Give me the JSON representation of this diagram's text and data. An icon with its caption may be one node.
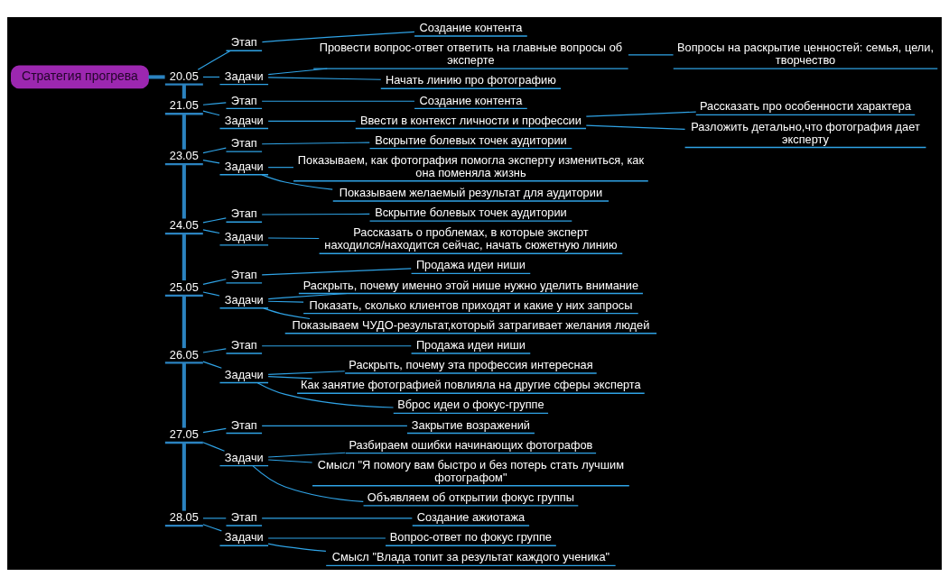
{
  "diagram": {
    "nodes": [
      {
        "text": [
          "Стратегия прогрева"
        ]
      },
      {
        "text": [
          "20.05"
        ]
      },
      {
        "text": [
          "Этап"
        ]
      },
      {
        "text": [
          "Создание контента"
        ]
      },
      {
        "text": [
          "Задачи"
        ]
      },
      {
        "text": [
          "Провести вопрос-ответ ответить на главные вопросы об эксперте"
        ]
      },
      {
        "text": [
          "Вопросы на раскрытие ценностей: семья, цели, творчество"
        ]
      },
      {
        "text": [
          "Начать линию про фотографию"
        ]
      },
      {
        "text": [
          "21.05"
        ]
      },
      {
        "text": [
          "Этап"
        ]
      },
      {
        "text": [
          "Создание контента"
        ]
      },
      {
        "text": [
          "Задачи"
        ]
      },
      {
        "text": [
          "Ввести в контекст личности и профессии"
        ]
      },
      {
        "text": [
          "Рассказать про особенности характера"
        ]
      },
      {
        "text": [
          "Разложить детально,что фотография дает эксперту"
        ]
      },
      {
        "text": [
          "23.05"
        ]
      },
      {
        "text": [
          "Этап"
        ]
      },
      {
        "text": [
          "Вскрытие болевых точек аудитории"
        ]
      },
      {
        "text": [
          "Задачи"
        ]
      },
      {
        "text": [
          "Показываем, как фотография помогла эксперту измениться, как она поменяла жизнь"
        ]
      },
      {
        "text": [
          "Показываем желаемый результат для аудитории"
        ]
      },
      {
        "text": [
          "24.05"
        ]
      },
      {
        "text": [
          "Этап"
        ]
      },
      {
        "text": [
          "Вскрытие болевых точек аудитории"
        ]
      },
      {
        "text": [
          "Задачи"
        ]
      },
      {
        "text": [
          "Рассказать о проблемах, в которые эксперт находился/находится сейчас, начать сюжетную линию"
        ]
      },
      {
        "text": [
          "25.05"
        ]
      },
      {
        "text": [
          "Этап"
        ]
      },
      {
        "text": [
          "Продажа идеи ниши"
        ]
      },
      {
        "text": [
          "Задачи"
        ]
      },
      {
        "text": [
          "Раскрыть, почему именно этой нише нужно уделить внимание"
        ]
      },
      {
        "text": [
          "Показать, сколько клиентов приходят и какие у них запросы"
        ]
      },
      {
        "text": [
          "Показываем ЧУДО-результат,который затрагивает желания людей"
        ]
      },
      {
        "text": [
          "26.05"
        ]
      },
      {
        "text": [
          "Этап"
        ]
      },
      {
        "text": [
          "Продажа идеи ниши"
        ]
      },
      {
        "text": [
          "Задачи"
        ]
      },
      {
        "text": [
          "Раскрыть, почему эта профессия интересная"
        ]
      },
      {
        "text": [
          "Как занятие фотографией повлияла на другие сферы эксперта"
        ]
      },
      {
        "text": [
          "Вброс идеи о фокус-группе"
        ]
      },
      {
        "text": [
          "27.05"
        ]
      },
      {
        "text": [
          "Этап"
        ]
      },
      {
        "text": [
          "Закрытие возражений"
        ]
      },
      {
        "text": [
          "Задачи"
        ]
      },
      {
        "text": [
          "Разбираем ошибки начинающих фотографов"
        ]
      },
      {
        "text": [
          "Смысл \"Я помогу вам быстро и без потерь стать лучшим фотографом\""
        ]
      },
      {
        "text": [
          "Объявляем об открытии фокус группы"
        ]
      },
      {
        "text": [
          "28.05"
        ]
      },
      {
        "text": [
          "Этап"
        ]
      },
      {
        "text": [
          "Создание ажиотажа"
        ]
      },
      {
        "text": [
          "Задачи"
        ]
      },
      {
        "text": [
          "Вопрос-ответ по фокус группе"
        ]
      },
      {
        "text": [
          "Смысл \"Влада топит за результат каждого ученика\""
        ]
      }
    ],
    "edges": [
      {
        "from": 0,
        "to": 1,
        "arrow": "none",
        "style": "thick"
      },
      {
        "from": 1,
        "to": 2,
        "arrow": "none"
      },
      {
        "from": 2,
        "to": 3,
        "arrow": "none"
      },
      {
        "from": 1,
        "to": 4,
        "arrow": "none"
      },
      {
        "from": 4,
        "to": 5,
        "arrow": "none"
      },
      {
        "from": 5,
        "to": 6,
        "arrow": "none"
      },
      {
        "from": 4,
        "to": 7,
        "arrow": "none"
      },
      {
        "from": 1,
        "to": 8,
        "arrow": "none",
        "style": "thick"
      },
      {
        "from": 8,
        "to": 9,
        "arrow": "none"
      },
      {
        "from": 9,
        "to": 10,
        "arrow": "none"
      },
      {
        "from": 8,
        "to": 11,
        "arrow": "none"
      },
      {
        "from": 11,
        "to": 12,
        "arrow": "none"
      },
      {
        "from": 12,
        "to": 13,
        "arrow": "none"
      },
      {
        "from": 12,
        "to": 14,
        "arrow": "none"
      },
      {
        "from": 8,
        "to": 15,
        "arrow": "none",
        "style": "thick"
      },
      {
        "from": 15,
        "to": 16,
        "arrow": "none"
      },
      {
        "from": 16,
        "to": 17,
        "arrow": "none"
      },
      {
        "from": 15,
        "to": 18,
        "arrow": "none"
      },
      {
        "from": 18,
        "to": 19,
        "arrow": "none"
      },
      {
        "from": 18,
        "to": 20,
        "arrow": "none"
      },
      {
        "from": 15,
        "to": 21,
        "arrow": "none",
        "style": "thick"
      },
      {
        "from": 21,
        "to": 22,
        "arrow": "none"
      },
      {
        "from": 22,
        "to": 23,
        "arrow": "none"
      },
      {
        "from": 21,
        "to": 24,
        "arrow": "none"
      },
      {
        "from": 24,
        "to": 25,
        "arrow": "none"
      },
      {
        "from": 21,
        "to": 26,
        "arrow": "none",
        "style": "thick"
      },
      {
        "from": 26,
        "to": 27,
        "arrow": "none"
      },
      {
        "from": 27,
        "to": 28,
        "arrow": "none"
      },
      {
        "from": 26,
        "to": 29,
        "arrow": "none"
      },
      {
        "from": 29,
        "to": 30,
        "arrow": "none"
      },
      {
        "from": 29,
        "to": 31,
        "arrow": "none"
      },
      {
        "from": 29,
        "to": 32,
        "arrow": "none"
      },
      {
        "from": 26,
        "to": 33,
        "arrow": "none",
        "style": "thick"
      },
      {
        "from": 33,
        "to": 34,
        "arrow": "none"
      },
      {
        "from": 34,
        "to": 35,
        "arrow": "none"
      },
      {
        "from": 33,
        "to": 36,
        "arrow": "none"
      },
      {
        "from": 36,
        "to": 37,
        "arrow": "none"
      },
      {
        "from": 36,
        "to": 38,
        "arrow": "none"
      },
      {
        "from": 36,
        "to": 39,
        "arrow": "none"
      },
      {
        "from": 33,
        "to": 40,
        "arrow": "none",
        "style": "thick"
      },
      {
        "from": 40,
        "to": 41,
        "arrow": "none"
      },
      {
        "from": 41,
        "to": 42,
        "arrow": "none"
      },
      {
        "from": 40,
        "to": 43,
        "arrow": "none"
      },
      {
        "from": 43,
        "to": 44,
        "arrow": "none"
      },
      {
        "from": 43,
        "to": 45,
        "arrow": "none"
      },
      {
        "from": 43,
        "to": 46,
        "arrow": "none"
      },
      {
        "from": 40,
        "to": 47,
        "arrow": "none",
        "style": "thick"
      },
      {
        "from": 47,
        "to": 48,
        "arrow": "none"
      },
      {
        "from": 48,
        "to": 49,
        "arrow": "none"
      },
      {
        "from": 47,
        "to": 50,
        "arrow": "none"
      },
      {
        "from": 50,
        "to": 51,
        "arrow": "none"
      },
      {
        "from": 50,
        "to": 52,
        "arrow": "none"
      }
    ]
  }
}
